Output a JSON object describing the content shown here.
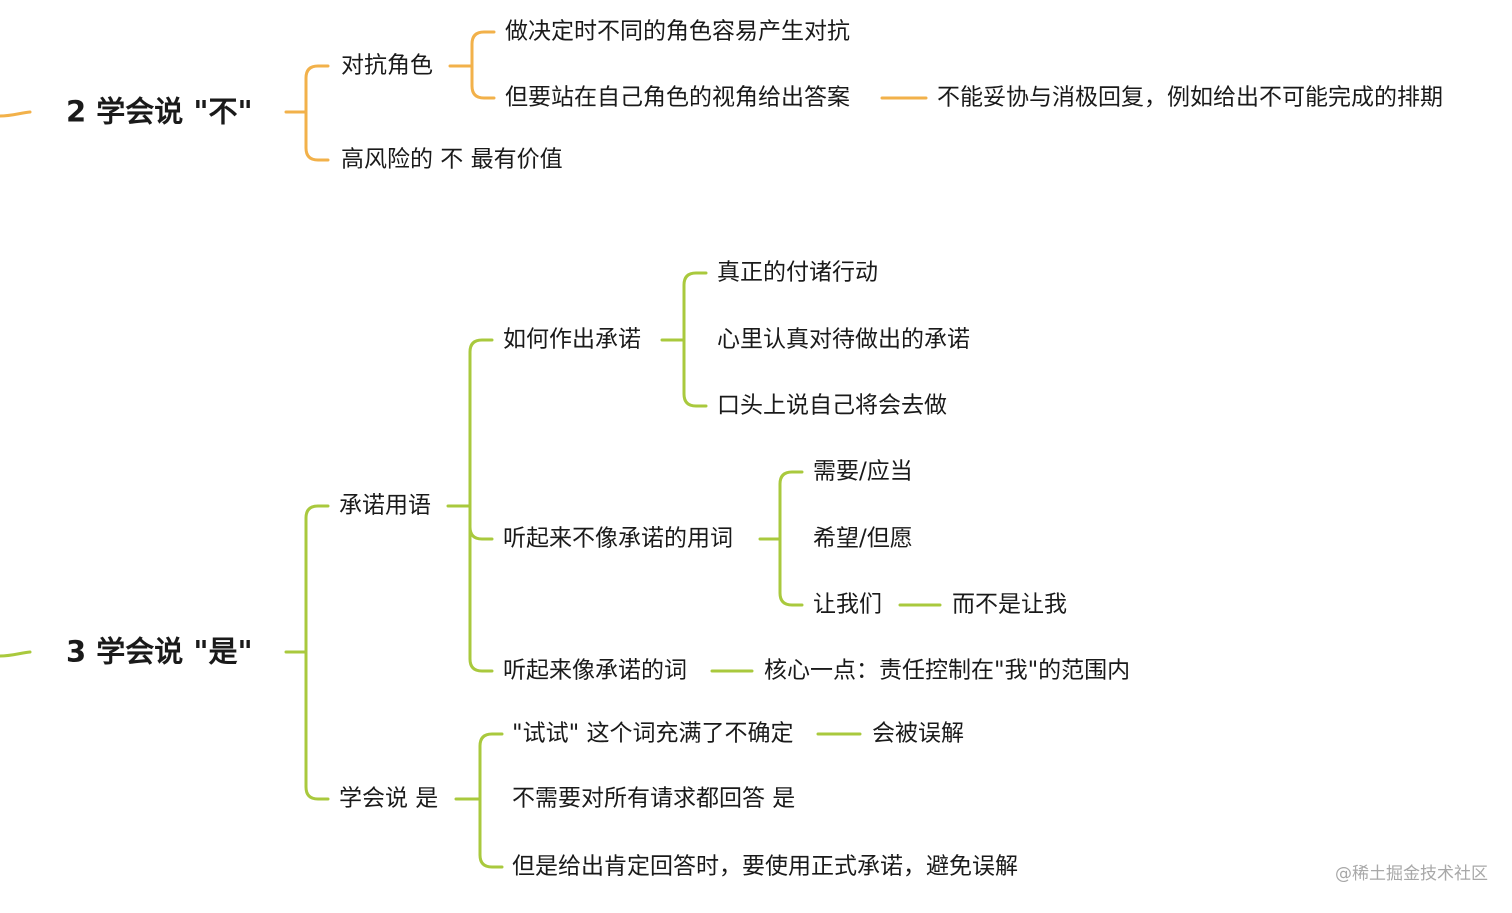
{
  "colors": {
    "orange": "#F2B14A",
    "green": "#A9C93D",
    "text": "#1a1a1a",
    "watermark": "#a8a8a8"
  },
  "branch_no": {
    "title": "2 学会说 \"不\"",
    "role": "对抗角色",
    "role_conflict": "做决定时不同的角色容易产生对抗",
    "role_view": "但要站在自己角色的视角给出答案",
    "role_view_detail": "不能妥协与消极回复，例如给出不可能完成的排期",
    "high_risk": "高风险的 不 最有价值"
  },
  "branch_yes": {
    "title": "3 学会说 \"是\"",
    "commit_terms": "承诺用语",
    "how_to": "如何作出承诺",
    "how_1": "真正的付诸行动",
    "how_2": "心里认真对待做出的承诺",
    "how_3": "口头上说自己将会去做",
    "not_like": "听起来不像承诺的用词",
    "not_like_1": "需要/应当",
    "not_like_2": "希望/但愿",
    "not_like_3": "让我们",
    "not_like_3_detail": "而不是让我",
    "like": "听起来像承诺的词",
    "like_detail": "核心一点：责任控制在\"我\"的范围内",
    "learn_yes": "学会说 是",
    "try_word": "\"试试\" 这个词充满了不确定",
    "try_word_detail": "会被误解",
    "no_need": "不需要对所有请求都回答 是",
    "formal": "但是给出肯定回答时，要使用正式承诺，避免误解"
  },
  "watermark": "@稀土掘金技术社区"
}
